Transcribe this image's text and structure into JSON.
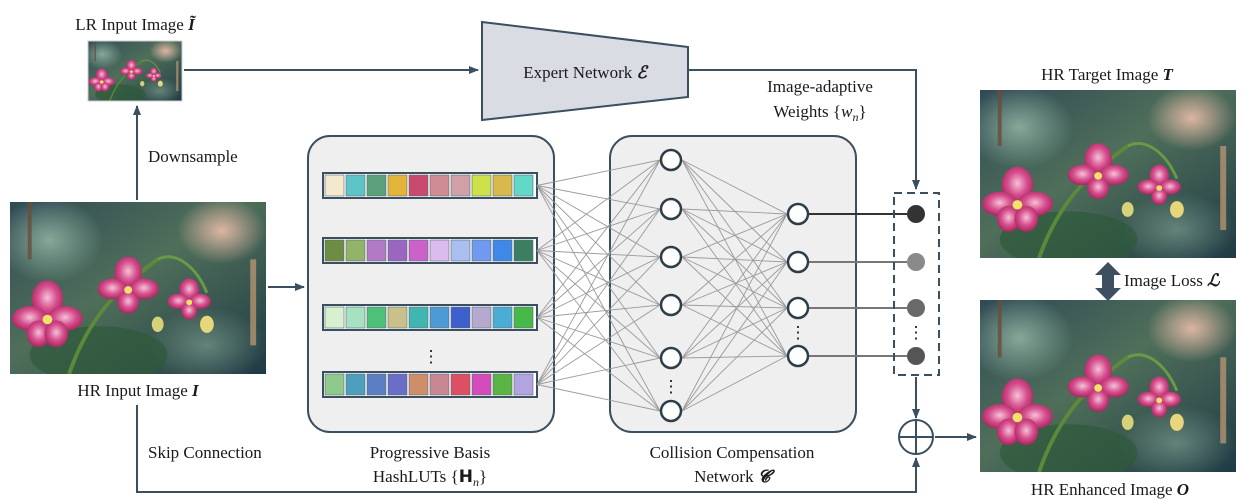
{
  "labels": {
    "lr_input": "LR Input Image",
    "lr_input_symbol": "Ĩ",
    "expert_network": "Expert Network",
    "expert_network_symbol": "ℰ",
    "weights_line1": "Image-adaptive",
    "weights_line2": "Weights",
    "weights_symbol_open": "{",
    "weights_symbol_var": "w",
    "weights_symbol_sub": "n",
    "weights_symbol_close": "}",
    "downsample": "Downsample",
    "hr_input": "HR Input Image",
    "hr_input_symbol": "I",
    "skip_connection": "Skip Connection",
    "basis_line1": "Progressive Basis",
    "basis_line2": "HashLUTs",
    "basis_symbol_open": "{",
    "basis_symbol_var": "H",
    "basis_symbol_sub": "n",
    "basis_symbol_close": "}",
    "ccn_line1": "Collision Compensation",
    "ccn_line2": "Network",
    "ccn_symbol": "𝓒",
    "hr_target": "HR Target Image",
    "hr_target_symbol": "T",
    "image_loss": "Image Loss",
    "image_loss_symbol": "ℒ",
    "hr_enhanced": "HR Enhanced Image",
    "hr_enhanced_symbol": "O",
    "vdots": "⋮"
  },
  "hashlut_rows": [
    [
      "#f3e9cf",
      "#5cc3c7",
      "#5aa07a",
      "#e2b43a",
      "#c84a6e",
      "#cf8b92",
      "#d0a0a8",
      "#cde24a",
      "#d9b84c",
      "#62d8c8"
    ],
    [
      "#6e8c42",
      "#93b36a",
      "#b279c5",
      "#9b66c2",
      "#cb62c9",
      "#dcbcee",
      "#a9bff0",
      "#6f9af0",
      "#3e88e8",
      "#3b7e62"
    ],
    [
      "#d7f0cf",
      "#a8e1c0",
      "#4fc07a",
      "#c9c08a",
      "#3fb6b0",
      "#4d9ad6",
      "#3f5fcc",
      "#b6a9d0",
      "#4aaed4",
      "#47b84a"
    ],
    [
      "#8fc98c",
      "#4e9fbd",
      "#5c7fc4",
      "#6a6ec8",
      "#cf8e6a",
      "#c98794",
      "#de4f63",
      "#d44cbb",
      "#5ab544",
      "#b2a4de"
    ]
  ],
  "output_node_colors": [
    "#333333",
    "#8a8a8a",
    "#6a6a6a",
    "#555555"
  ],
  "colors": {
    "line": "#3a4f5f",
    "panel_fill": "#efefef",
    "panel_stroke": "#3a4f5f",
    "expert_fill": "#d9dde3",
    "loss_arrow": "#3e5060",
    "mesh": "#9a9a9a"
  }
}
